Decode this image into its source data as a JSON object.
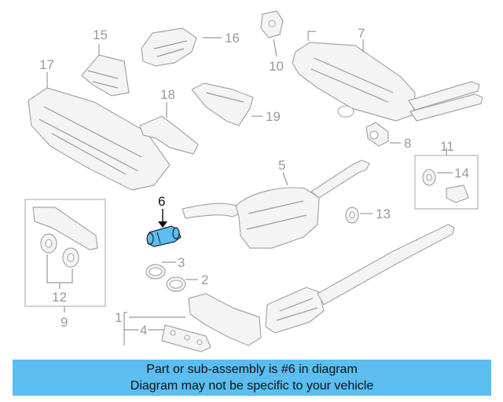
{
  "diagram": {
    "highlighted_part": "6",
    "callouts": [
      "1",
      "2",
      "3",
      "4",
      "5",
      "6",
      "7",
      "8",
      "9",
      "10",
      "11",
      "12",
      "13",
      "14",
      "15",
      "16",
      "17",
      "18",
      "19"
    ]
  },
  "banner": {
    "line1": "Part or sub-assembly is #6 in diagram",
    "line2": "Diagram may not be specific to your vehicle",
    "color": "#5bbdf0"
  },
  "colors": {
    "highlight": "#5bbdf0",
    "outline": "#a6a6a6"
  }
}
